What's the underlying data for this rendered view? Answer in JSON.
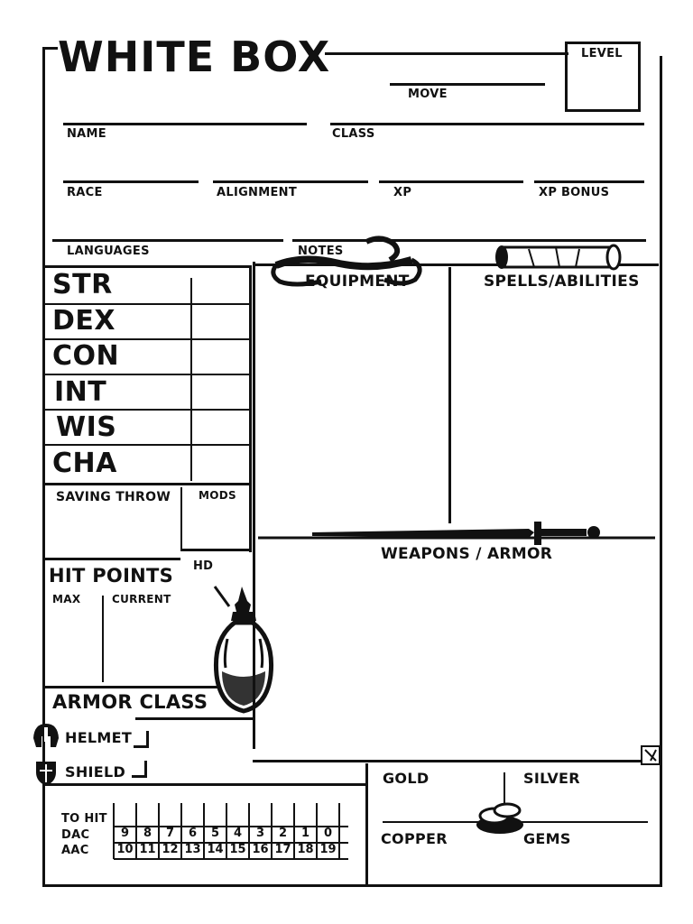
{
  "title": "WHITE BOX",
  "header": {
    "level_label": "LEVEL",
    "move_label": "MOVE",
    "name_label": "NAME",
    "class_label": "CLASS",
    "race_label": "RACE",
    "alignment_label": "ALIGNMENT",
    "xp_label": "XP",
    "xp_bonus_label": "XP BONUS",
    "languages_label": "LANGUAGES",
    "notes_label": "NOTES"
  },
  "abilities": [
    "STR",
    "DEX",
    "CON",
    "INT",
    "WIS",
    "CHA"
  ],
  "saving_throw_label": "SAVING THROW",
  "mods_label": "MODS",
  "hd_label": "HD",
  "hit_points": {
    "title": "HIT POINTS",
    "max_label": "MAX",
    "current_label": "CURRENT"
  },
  "armor_class": {
    "title": "ARMOR CLASS",
    "helmet_label": "HELMET",
    "shield_label": "SHIELD"
  },
  "to_hit": {
    "label": "TO HIT",
    "dac_label": "DAC",
    "aac_label": "AAC",
    "dac_values": [
      "9",
      "8",
      "7",
      "6",
      "5",
      "4",
      "3",
      "2",
      "1",
      "0"
    ],
    "aac_values": [
      "10",
      "11",
      "12",
      "13",
      "14",
      "15",
      "16",
      "17",
      "18",
      "19"
    ]
  },
  "sections": {
    "equipment": "EQUIPMENT",
    "spells": "SPELLS/ABILITIES",
    "weapons": "WEAPONS / ARMOR"
  },
  "money": {
    "gold": "GOLD",
    "silver": "SILVER",
    "copper": "COPPER",
    "gems": "GEMS"
  },
  "icons": [
    "helmet-icon",
    "shield-icon",
    "potion-icon",
    "rope-icon",
    "scroll-icon",
    "sword-icon",
    "coins-icon",
    "check-icon"
  ]
}
